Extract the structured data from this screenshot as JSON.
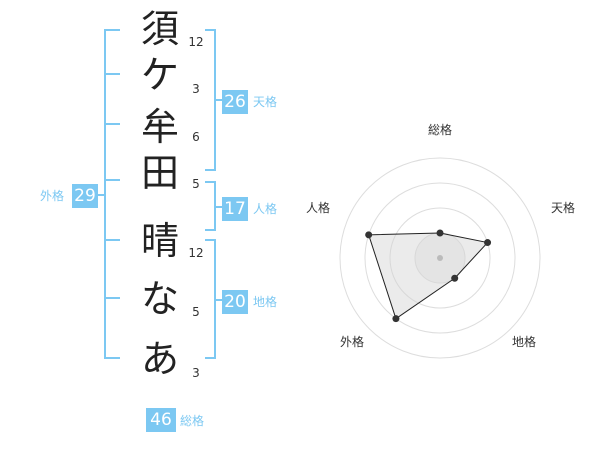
{
  "name_chars": [
    {
      "char": "須",
      "strokes": "12"
    },
    {
      "char": "ケ",
      "strokes": "3"
    },
    {
      "char": "牟",
      "strokes": "6"
    },
    {
      "char": "田",
      "strokes": "5"
    },
    {
      "char": "晴",
      "strokes": "12"
    },
    {
      "char": "な",
      "strokes": "5"
    },
    {
      "char": "あ",
      "strokes": "3"
    }
  ],
  "fortunes": {
    "tenkaku": {
      "value": "26",
      "label": "天格"
    },
    "jinkaku": {
      "value": "17",
      "label": "人格"
    },
    "chikaku": {
      "value": "20",
      "label": "地格"
    },
    "gaikaku": {
      "value": "29",
      "label": "外格"
    },
    "soukaku": {
      "value": "46",
      "label": "総格"
    }
  },
  "radar": {
    "axes": [
      "総格",
      "天格",
      "地格",
      "外格",
      "人格"
    ],
    "levels": 4,
    "values": [
      1,
      2,
      1,
      3,
      3
    ],
    "max": 4,
    "colors": {
      "grid": "#dddddd",
      "fill": "#eeeeee",
      "line": "#222222",
      "point": "#333333",
      "center": "#bbbbbb"
    }
  },
  "colors": {
    "accent": "#7cc8f2"
  }
}
